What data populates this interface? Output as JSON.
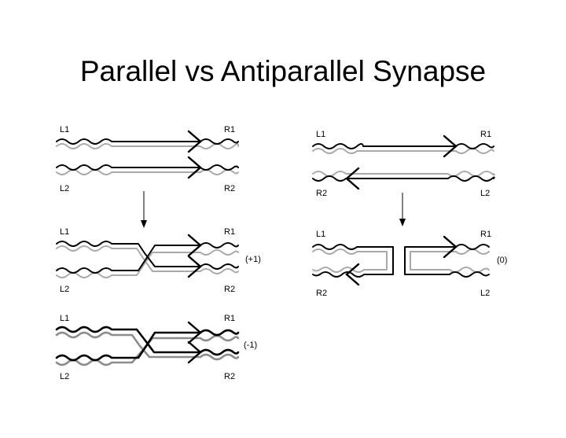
{
  "slide": {
    "title": "Parallel vs Antiparallel Synapse"
  },
  "panels": {
    "parallel_top": {
      "l1": "L1",
      "r1": "R1",
      "l2": "L2",
      "r2": "R2"
    },
    "parallel_mid": {
      "l1": "L1",
      "r1": "R1",
      "l2": "L2",
      "r2": "R2",
      "result": "(+1)"
    },
    "parallel_bottom": {
      "l1": "L1",
      "r1": "R1",
      "l2": "L2",
      "r2": "R2",
      "result": "(-1)"
    },
    "antiparallel_top": {
      "l1": "L1",
      "r1": "R1",
      "r2": "R2",
      "l2": "L2"
    },
    "antiparallel_bottom": {
      "l1": "L1",
      "r1": "R1",
      "r2": "R2",
      "l2": "L2",
      "result": "(0)"
    }
  },
  "colors": {
    "dna_strand_top": "#000000",
    "dna_strand_bottom": "#a9a9a9"
  }
}
